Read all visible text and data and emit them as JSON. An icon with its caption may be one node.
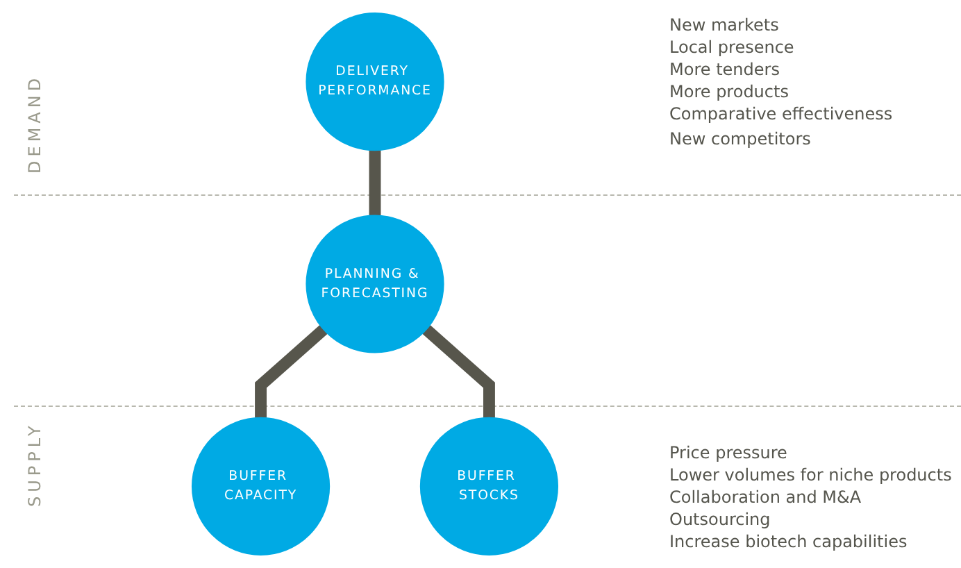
{
  "diagram": {
    "nodes": [
      {
        "text": [
          "DELIVERY PERFORMANCE"
        ]
      },
      {
        "text": [
          "PLANNING & FORECASTING"
        ]
      },
      {
        "text": [
          "BUFFER CAPACITY"
        ]
      },
      {
        "text": [
          "BUFFER STOCKS"
        ]
      }
    ],
    "edges": [
      {
        "from": 0,
        "to": 1,
        "arrow": "none"
      },
      {
        "from": 1,
        "to": 2,
        "arrow": "none"
      },
      {
        "from": 1,
        "to": 3,
        "arrow": "none"
      }
    ],
    "labels": [
      "DEMAND",
      "New markets",
      "Local presence",
      "More tenders",
      "More products",
      "Comparative effectiveness",
      "New competitors",
      "SUPPLY",
      "Price pressure",
      "Lower volumes for niche products",
      "Collaboration and M&A",
      "Outsourcing",
      "Increase biotech capabilities"
    ]
  }
}
